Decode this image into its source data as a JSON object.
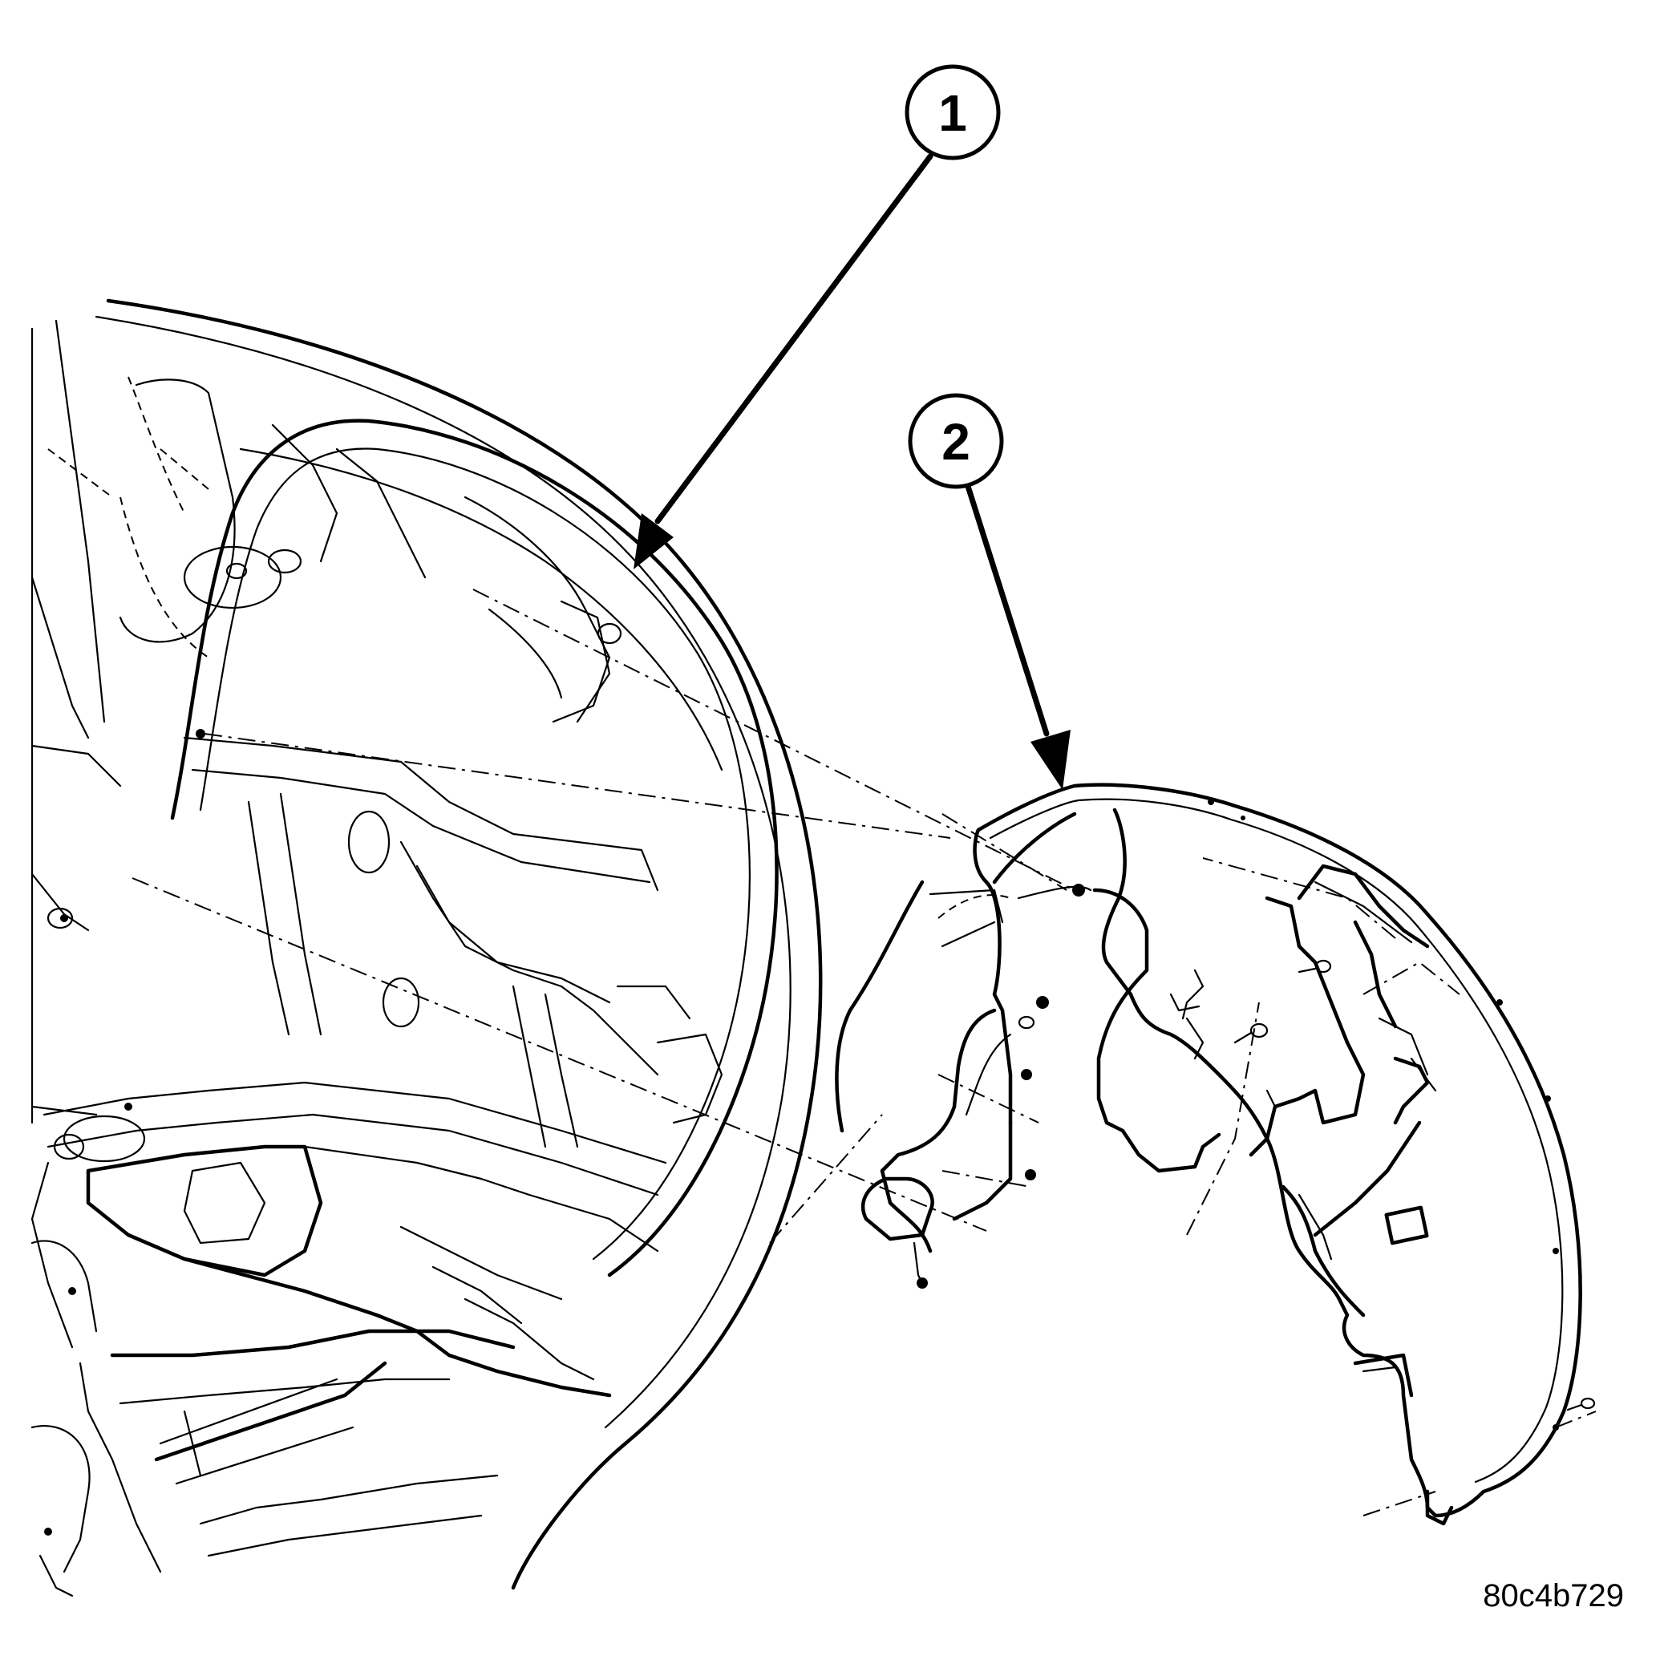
{
  "callouts": [
    {
      "id": 1,
      "label": "1"
    },
    {
      "id": 2,
      "label": "2"
    }
  ],
  "figure_code": "80c4b729",
  "colors": {
    "ink": "#000000",
    "paper": "#ffffff"
  }
}
